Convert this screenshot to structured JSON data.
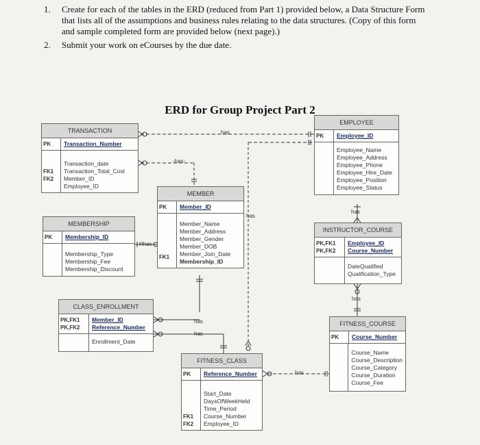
{
  "instructions": [
    {
      "num": "1.",
      "text": "Create for each of the tables in the ERD (reduced from Part 1) provided below, a Data Structure Form that lists all of the assumptions and business rules relating to the data structures. (Copy of this form and sample completed form are provided below (next page).)"
    },
    {
      "num": "2.",
      "text": "Submit your work on eCourses by the due date."
    }
  ],
  "erd_title": "ERD for Group Project Part 2",
  "rel_label": "has",
  "rel_label_inline": "-has-",
  "rel_label_hhas": "Hhas",
  "entities": {
    "transaction": {
      "name": "TRANSACTION",
      "pk_key": "PK",
      "pk": "Transaction_Number",
      "fk_keys": [
        "",
        "",
        "FK1",
        "FK2"
      ],
      "attrs": [
        "Transaction_date",
        "Transaction_Total_Cost",
        "Member_ID",
        "Employee_ID"
      ]
    },
    "employee": {
      "name": "EMPLOYEE",
      "pk_key": "PK",
      "pk": "Employee_ID",
      "attrs": [
        "Employee_Name",
        "Employee_Address",
        "Employee_Phone",
        "Employee_Hire_Date",
        "Employee_Position",
        "Employee_Status"
      ]
    },
    "member": {
      "name": "MEMBER",
      "pk_key": "PK",
      "pk": "Member_ID",
      "fk_keys": [
        "",
        "",
        "",
        "",
        "",
        "FK1"
      ],
      "attrs": [
        "Member_Name",
        "Member_Address",
        "Member_Gender",
        "Member_DOB",
        "Member_Join_Date",
        "Membership_ID"
      ]
    },
    "membership": {
      "name": "MEMBERSHIP",
      "pk_key": "PK",
      "pk": "Membership_ID",
      "attrs": [
        "Membership_Type",
        "Membership_Fee",
        "Membership_Discount"
      ]
    },
    "instructor_course": {
      "name": "INSTRUCTOR_COURSE",
      "pk_keys": [
        "PK,FK1",
        "PK,FK2"
      ],
      "pks": [
        "Employee_ID",
        "Course_Number"
      ],
      "attrs": [
        "DateQualified",
        "Qualification_Type"
      ]
    },
    "class_enrollment": {
      "name": "CLASS_ENROLLMENT",
      "pk_keys": [
        "PK,FK1",
        "PK,FK2"
      ],
      "pks": [
        "Member_ID",
        "Reference_Number"
      ],
      "attrs": [
        "Enrollment_Date"
      ]
    },
    "fitness_course": {
      "name": "FITNESS_COURSE",
      "pk_key": "PK",
      "pk": "Course_Number",
      "attrs": [
        "Course_Name",
        "Course_Description",
        "Course_Category",
        "Course_Duration",
        "Course_Fee"
      ]
    },
    "fitness_class": {
      "name": "FITNESS_CLASS",
      "pk_key": "PK",
      "pk": "Reference_Number",
      "fk_keys": [
        "",
        "",
        "",
        "FK1",
        "FK2"
      ],
      "attrs": [
        "Start_Date",
        "DaysOfWeekHeld",
        "Time_Period",
        "Course_Number",
        "Employee_ID"
      ]
    }
  }
}
